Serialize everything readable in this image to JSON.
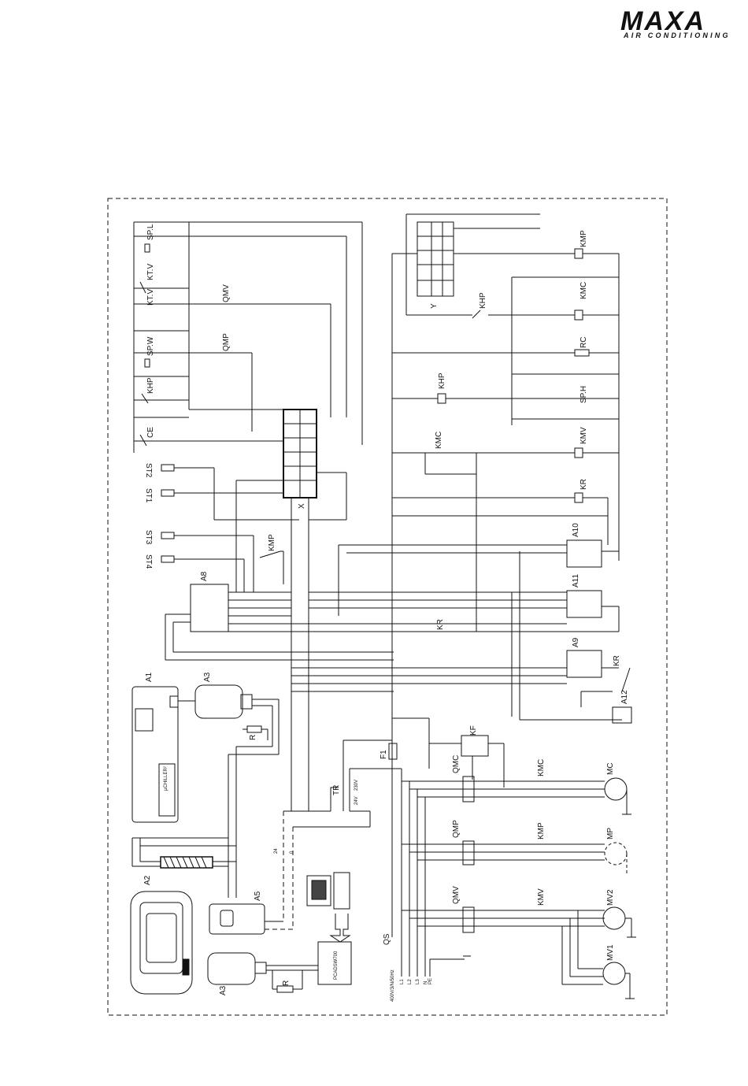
{
  "brand": {
    "logo": "MAXA",
    "sub": "AIR CONDITIONING"
  },
  "labels": {
    "SP_L": "SP.L",
    "KT_V1": "KT.V",
    "KT_V2": "KT.V",
    "SP_W": "SP.W",
    "KHP_left": "KHP",
    "CE": "CE",
    "ST2": "ST2",
    "ST1": "ST1",
    "ST3": "ST3",
    "ST4": "ST4",
    "KMP_mid": "KMP",
    "A8": "A8",
    "QMV_ctl": "QMV",
    "QMP_ctl": "QMP",
    "X": "X",
    "KMP_coil": "KMP",
    "KMC_coil": "KMC",
    "RC": "RC",
    "SP_H": "SP.H",
    "KMV_coil": "KMV",
    "KR_coil": "KR",
    "KHP_coil": "KHP",
    "KHP_contact": "KHP",
    "KMC_contact": "KMC",
    "A10": "A10",
    "A11": "A11",
    "A9": "A9",
    "KR_contact1": "KR",
    "KR_contact2": "KR",
    "A12": "A12",
    "Y": "Y",
    "A1": "A1",
    "A3_top": "A3",
    "A3_bottom": "A3",
    "A2": "A2",
    "A5": "A5",
    "R1": "R",
    "R2": "R",
    "TR": "TR",
    "v230": "230V",
    "v24": "24V",
    "F1": "F1",
    "KF": "KF",
    "QMC": "QMC",
    "KMC_pow": "KMC",
    "MC": "MC",
    "QMP": "QMP",
    "KMP_pow": "KMP",
    "MP": "MP",
    "QMV": "QMV",
    "KMV_pow": "KMV",
    "MV2": "MV2",
    "MV1": "MV1",
    "QS": "QS",
    "supply": "400V/3/N/50Hz",
    "pc": "PCADSW700",
    "chiller": "µCHILLER²",
    "w24": "24",
    "w0": "0",
    "L1": "L1",
    "L2": "L2",
    "L3": "L3",
    "N": "N",
    "PE": "PE"
  }
}
